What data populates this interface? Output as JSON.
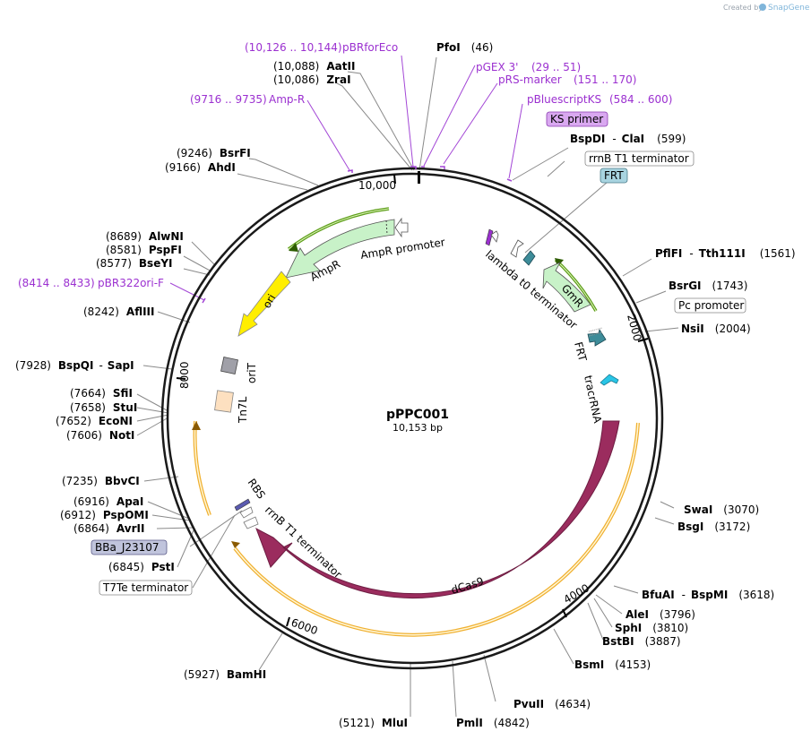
{
  "credit": {
    "prefix": "Created by",
    "brand": "SnapGene"
  },
  "plasmid": {
    "name": "pPPC001",
    "size": "10,153 bp"
  },
  "ticks": [
    {
      "label": "10,000"
    },
    {
      "label": "2000"
    },
    {
      "label": "4000"
    },
    {
      "label": "6000"
    },
    {
      "label": "8000"
    }
  ],
  "enzymes": [
    {
      "id": "pfoi",
      "name": "PfoI",
      "pos": "(46)"
    },
    {
      "id": "aatii",
      "name": "AatII",
      "pos": "(10,088)"
    },
    {
      "id": "zrai",
      "name": "ZraI",
      "pos": "(10,086)"
    },
    {
      "id": "bspdi",
      "name": "BspDI",
      "name2": "ClaI",
      "pos": "(599)"
    },
    {
      "id": "bsrfi",
      "name": "BsrFI",
      "pos": "(9246)"
    },
    {
      "id": "ahdi",
      "name": "AhdI",
      "pos": "(9166)"
    },
    {
      "id": "pflfi",
      "name": "PflFI",
      "name2": "Tth111I",
      "pos": "(1561)"
    },
    {
      "id": "bsrgi",
      "name": "BsrGI",
      "pos": "(1743)"
    },
    {
      "id": "nsii",
      "name": "NsiI",
      "pos": "(2004)"
    },
    {
      "id": "alwni",
      "name": "AlwNI",
      "pos": "(8689)"
    },
    {
      "id": "pspfi",
      "name": "PspFI",
      "pos": "(8581)"
    },
    {
      "id": "bseyi",
      "name": "BseYI",
      "pos": "(8577)"
    },
    {
      "id": "aflii",
      "name": "AflIII",
      "pos": "(8242)"
    },
    {
      "id": "bspqi",
      "name": "BspQI",
      "name2": "SapI",
      "pos": "(7928)"
    },
    {
      "id": "sfii",
      "name": "SfiI",
      "pos": "(7664)"
    },
    {
      "id": "stui",
      "name": "StuI",
      "pos": "(7658)"
    },
    {
      "id": "econi",
      "name": "EcoNI",
      "pos": "(7652)"
    },
    {
      "id": "noti",
      "name": "NotI",
      "pos": "(7606)"
    },
    {
      "id": "bbvci",
      "name": "BbvCI",
      "pos": "(7235)"
    },
    {
      "id": "apai",
      "name": "ApaI",
      "pos": "(6916)"
    },
    {
      "id": "pspomi",
      "name": "PspOMI",
      "pos": "(6912)"
    },
    {
      "id": "avrii",
      "name": "AvrII",
      "pos": "(6864)"
    },
    {
      "id": "psti",
      "name": "PstI",
      "pos": "(6845)"
    },
    {
      "id": "swai",
      "name": "SwaI",
      "pos": "(3070)"
    },
    {
      "id": "bsgi",
      "name": "BsgI",
      "pos": "(3172)"
    },
    {
      "id": "bfuai",
      "name": "BfuAI",
      "name2": "BspMI",
      "pos": "(3618)"
    },
    {
      "id": "alei",
      "name": "AleI",
      "pos": "(3796)"
    },
    {
      "id": "sphi",
      "name": "SphI",
      "pos": "(3810)"
    },
    {
      "id": "bstbi",
      "name": "BstBI",
      "pos": "(3887)"
    },
    {
      "id": "bsmi",
      "name": "BsmI",
      "pos": "(4153)"
    },
    {
      "id": "pvuii",
      "name": "PvuII",
      "pos": "(4634)"
    },
    {
      "id": "pmli",
      "name": "PmlI",
      "pos": "(4842)"
    },
    {
      "id": "mlui",
      "name": "MluI",
      "pos": "(5121)"
    },
    {
      "id": "bamhi",
      "name": "BamHI",
      "pos": "(5927)"
    }
  ],
  "primers": [
    {
      "id": "pbrforeco",
      "range": "(10,126 .. 10,144)",
      "name": "pBRforEco"
    },
    {
      "id": "pgex3",
      "name": "pGEX 3'",
      "range": "(29 .. 51)"
    },
    {
      "id": "prsmarker",
      "name": "pRS-marker",
      "range": "(151 .. 170)"
    },
    {
      "id": "ampr-primer",
      "range": "(9716 .. 9735)",
      "name": "Amp-R"
    },
    {
      "id": "pbluescriptks",
      "name": "pBluescriptKS",
      "range": "(584 .. 600)"
    },
    {
      "id": "pbr322ori",
      "range": "(8414 .. 8433)",
      "name": "pBR322ori-F"
    }
  ],
  "boxed_labels": {
    "ks_primer": "KS primer",
    "rrnb_t1_top": "rrnB T1 terminator",
    "frt_top": "FRT",
    "pc_promoter": "Pc promoter",
    "bba": "BBa_J23107",
    "t7te": "T7Te terminator"
  },
  "features": {
    "ampr": "AmpR",
    "ampr_promoter": "AmpR promoter",
    "ori": "ori",
    "orit": "oriT",
    "tn7l": "Tn7L",
    "lambda": "lambda t0 terminator",
    "gmr": "GmR",
    "frt": "FRT",
    "tracrna": "tracrRNA",
    "dcas9": "dCas9",
    "rbs": "RBS",
    "rrnb_inner": "rrnB T1 terminator"
  },
  "colors": {
    "ring": "#1a1a1a",
    "dcas9": "#9b2c5e",
    "ampr": "#c8f2c8",
    "ori": "#ffee00",
    "primer": "#9b30d0",
    "orange_arc": "#f0b030",
    "green_arc": "#5e9e1a",
    "tn7l": "#fde0c0",
    "orit": "#a0a0a8",
    "frt": "#3d8c99",
    "tracr": "#29c5e6"
  }
}
